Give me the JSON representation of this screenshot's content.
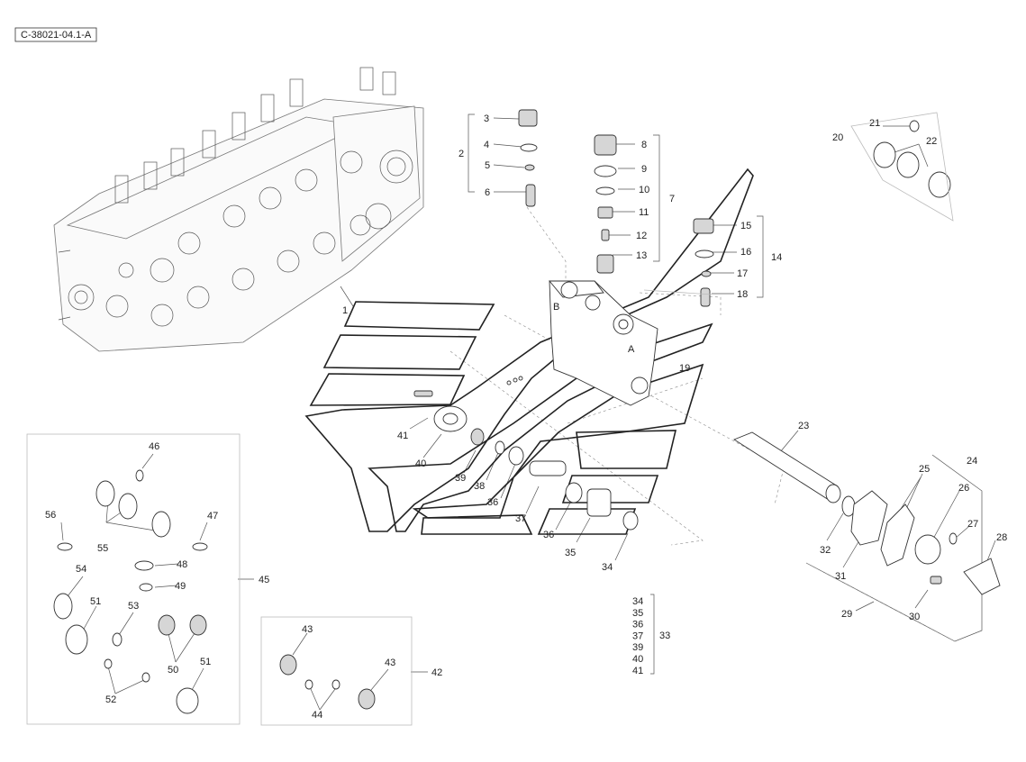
{
  "diagram": {
    "reference_code": "C-38021-04.1-A",
    "callouts": [
      "1",
      "2",
      "3",
      "4",
      "5",
      "6",
      "7",
      "8",
      "9",
      "10",
      "11",
      "12",
      "13",
      "14",
      "15",
      "16",
      "17",
      "18",
      "19",
      "20",
      "21",
      "22",
      "23",
      "24",
      "25",
      "26",
      "27",
      "28",
      "29",
      "30",
      "31",
      "32",
      "33",
      "34",
      "35",
      "36",
      "37",
      "38",
      "39",
      "40",
      "41",
      "42",
      "43",
      "44",
      "45",
      "46",
      "47",
      "48",
      "49",
      "50",
      "51",
      "52",
      "53",
      "54",
      "55",
      "56"
    ],
    "extra_callouts": [
      "36",
      "43",
      "51"
    ],
    "kit_33_list": [
      "34",
      "35",
      "36",
      "37",
      "39",
      "40",
      "41"
    ]
  }
}
